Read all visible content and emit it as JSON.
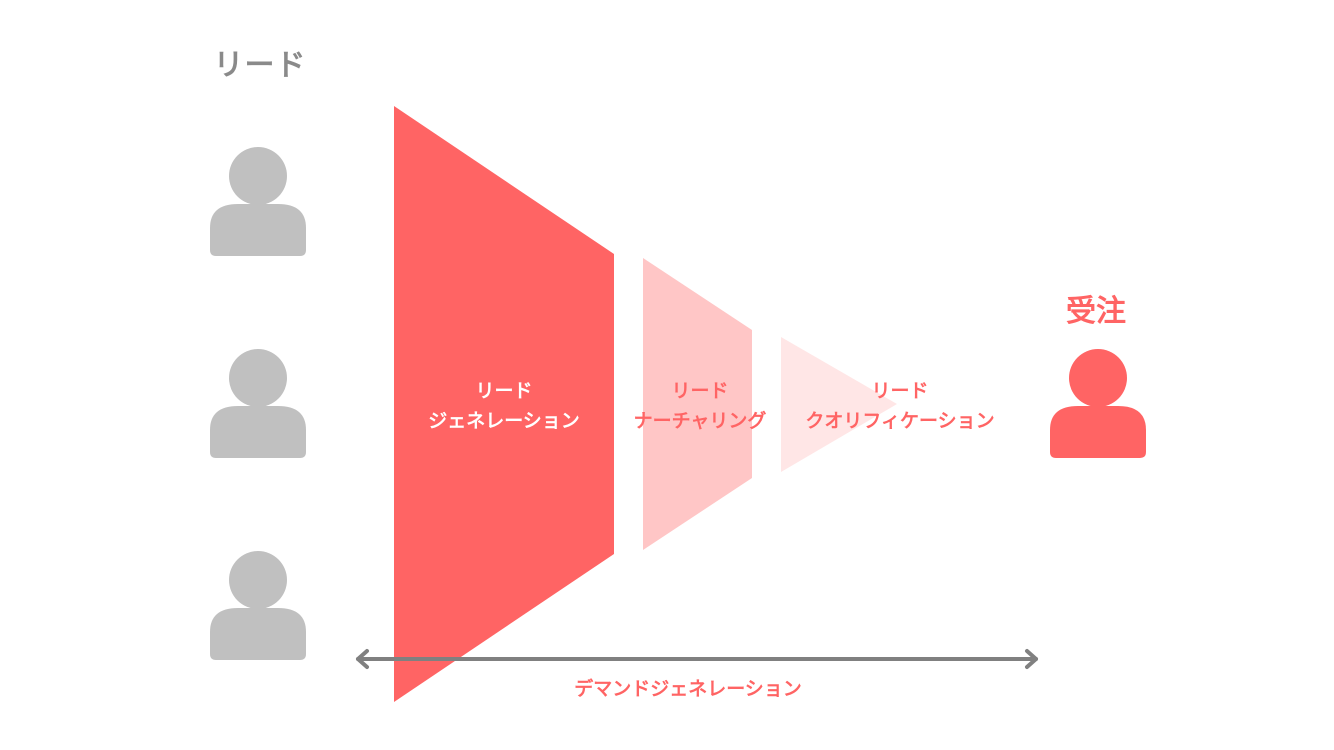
{
  "leads": {
    "title": "リード",
    "count": 3,
    "person_icon_color": "#c0c0c0"
  },
  "order": {
    "title": "受注",
    "person_icon_color": "#ff6464"
  },
  "stages": [
    {
      "line1": "リード",
      "line2": "ジェネレーション",
      "color": "#ff6464"
    },
    {
      "line1": "リード",
      "line2": "ナーチャリング",
      "color": "#ffc6c6"
    },
    {
      "line1": "リード",
      "line2": "クオリフィケーション",
      "color": "#ffe6e6"
    }
  ],
  "demand_generation": {
    "label": "デマンドジェネレーション",
    "arrow_color": "#808080"
  }
}
